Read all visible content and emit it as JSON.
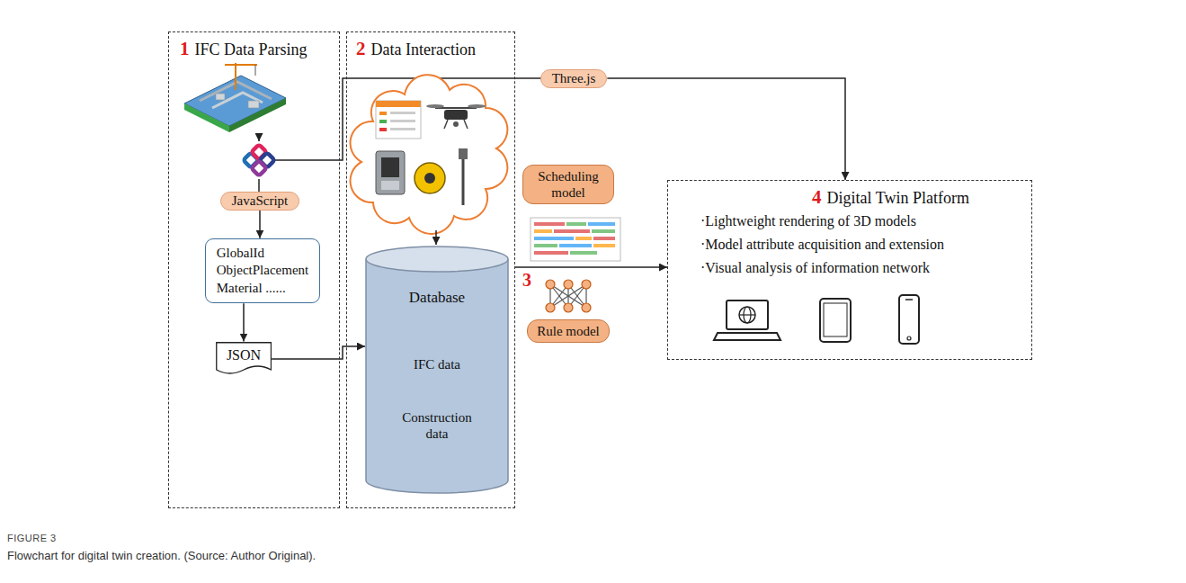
{
  "diagram": {
    "caption": "Flowchart for digital twin creation. (Source: Author Original).",
    "nodes": [
      {
        "text": [
          "1",
          "IFC Data Parsing"
        ]
      },
      {
        "text": [
          "JavaScript"
        ],
        "in": 0
      },
      {
        "text": [
          "GlobalId ObjectPlacement Material ......"
        ],
        "in": 0
      },
      {
        "text": [
          "JSON"
        ],
        "in": 0
      },
      {
        "text": [
          "2",
          "Data Interaction"
        ]
      },
      {
        "text": [
          "Database"
        ],
        "in": 4
      },
      {
        "text": [
          "IFC data"
        ],
        "in": 5
      },
      {
        "text": [
          "Construction data"
        ],
        "in": 5
      },
      {
        "text": [
          "Three.js"
        ]
      },
      {
        "text": [
          "Scheduling model"
        ]
      },
      {
        "text": [
          "Rule model"
        ]
      },
      {
        "text": [
          "4",
          "Digital Twin Platform",
          "·Lightweight rendering of 3D models",
          "·Model attribute acquisition and extension",
          "·Visual analysis of information network"
        ]
      }
    ],
    "edges": [
      {
        "from": 1,
        "to": 2,
        "arrow": "to"
      },
      {
        "from": 2,
        "to": 3,
        "arrow": "to"
      },
      {
        "from": 3,
        "to": 5,
        "arrow": "to"
      },
      {
        "from": 8,
        "to": 11,
        "arrow": "to"
      },
      {
        "from": 4,
        "to": 11,
        "label": "3",
        "arrow": "to"
      }
    ],
    "labels": [
      "FIGURE 3"
    ]
  }
}
